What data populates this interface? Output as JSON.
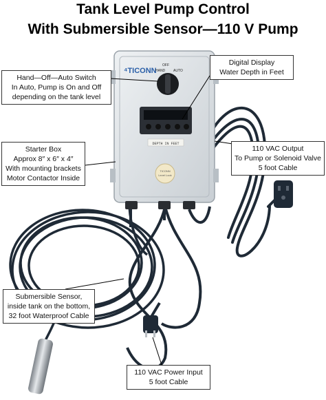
{
  "title": {
    "line1": "Tank Level Pump Control",
    "line2": "With Submersible Sensor—110 V Pump"
  },
  "callouts": {
    "switch": [
      "Hand—Off—Auto Switch",
      "In Auto, Pump is On and Off",
      "depending on the tank level"
    ],
    "display": [
      "Digital Display",
      "Water Depth in Feet"
    ],
    "starter": [
      "Starter Box",
      "Approx 8″ x 6″ x 4″",
      "With mounting brackets",
      "Motor Contactor Inside"
    ],
    "output": [
      "110 VAC Output",
      "To Pump or Solenoid Valve",
      "5 foot Cable"
    ],
    "sensor": [
      "Submersible Sensor,",
      "inside tank on the bottom,",
      "32 foot Waterproof Cable"
    ],
    "power": [
      "110 VAC Power Input",
      "5 foot Cable"
    ]
  },
  "device": {
    "brand": "TICONN",
    "switch_labels": [
      "OFF",
      "HAND",
      "AUTO"
    ],
    "panel_label": "DEPTH IN FEET",
    "sticker_text": [
      "TICONN",
      "Level Look"
    ]
  },
  "colors": {
    "enclosure": "#dde2e6",
    "cable": "#1f2a36",
    "display_bezel": "#2b2f35"
  }
}
